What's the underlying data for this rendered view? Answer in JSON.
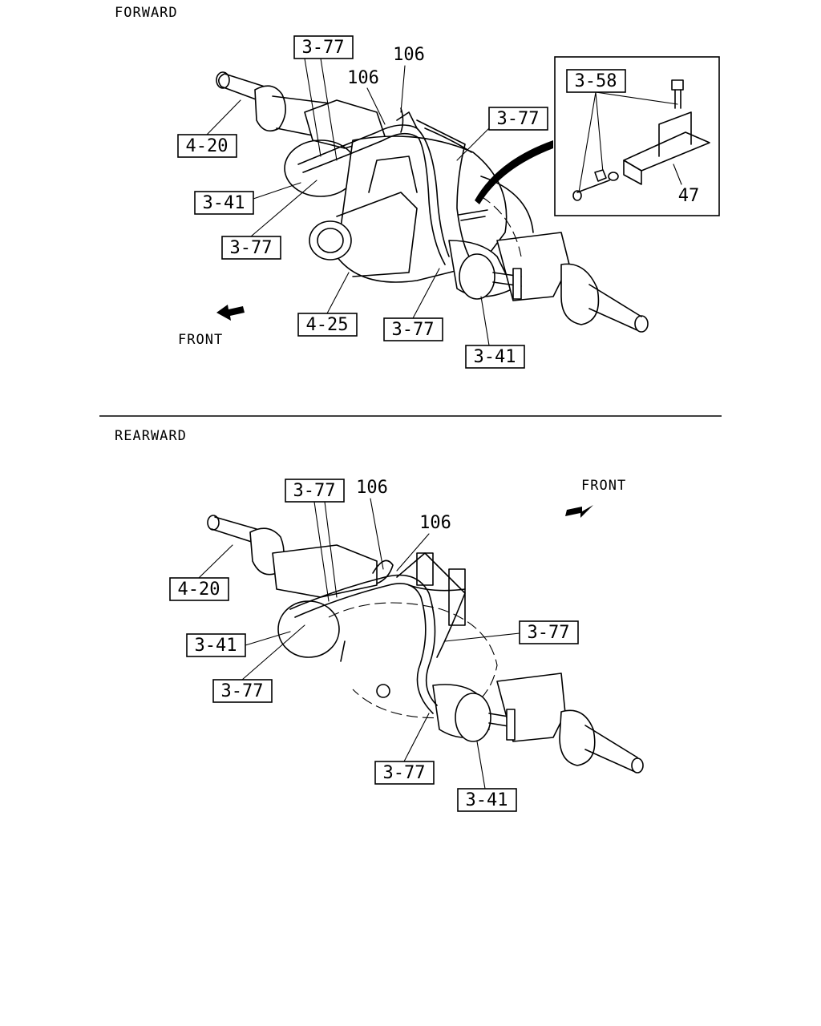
{
  "sections": {
    "forward": {
      "title": "FORWARD",
      "front_label": "FRONT",
      "callouts": {
        "c1": "3-77",
        "c2": "106",
        "c3": "106",
        "c4": "3-77",
        "c5": "4-20",
        "c6": "3-41",
        "c7": "3-77",
        "c8": "4-25",
        "c9": "3-77",
        "c10": "3-41"
      },
      "detail": {
        "box_label": "3-58",
        "plain_label": "47"
      }
    },
    "rearward": {
      "title": "REARWARD",
      "front_label": "FRONT",
      "callouts": {
        "c1": "3-77",
        "c2": "106",
        "c3": "106",
        "c4": "4-20",
        "c5": "3-41",
        "c6": "3-77",
        "c7": "3-77",
        "c8": "3-77",
        "c9": "3-41"
      }
    }
  },
  "icons": {
    "front_arrow": "arrow-icon"
  }
}
